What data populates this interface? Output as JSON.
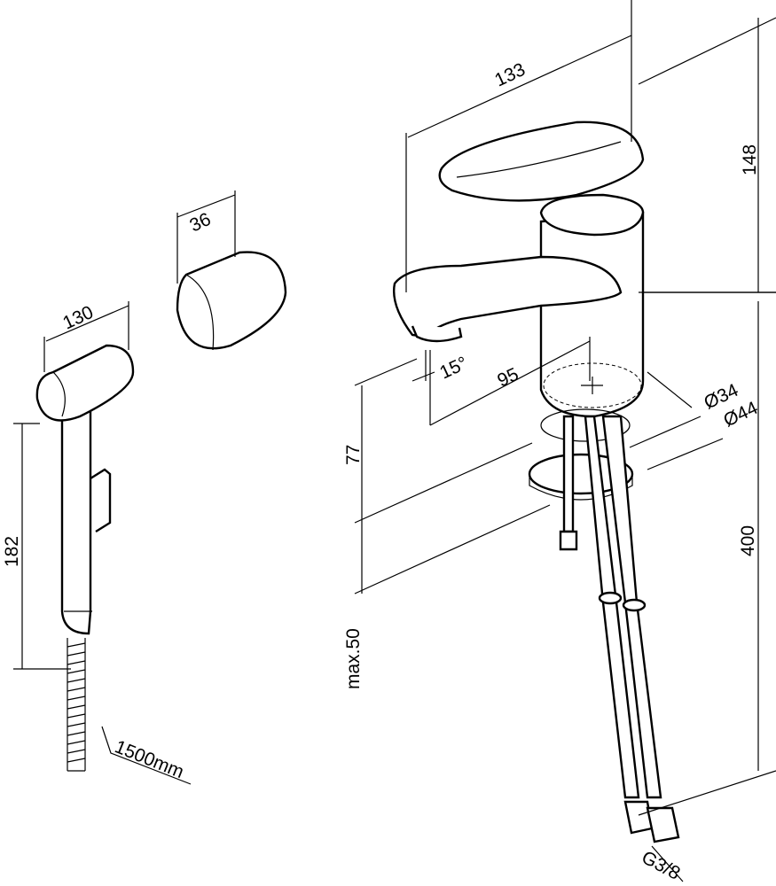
{
  "title": "Bidet faucet with hand shower - dimension drawing",
  "dimensions": {
    "spout_length": "133",
    "faucet_height": "148",
    "holder_size": "36",
    "shower_head_length": "130",
    "spout_angle": "15°",
    "spout_reach": "95",
    "hole_diameter": "Ø34",
    "base_diameter": "Ø44",
    "spout_clearance": "77",
    "shower_height": "182",
    "hose_length_faucet": "400",
    "max_countertop": "max.50",
    "hose_length_shower": "1500mm",
    "thread": "G3/8"
  }
}
